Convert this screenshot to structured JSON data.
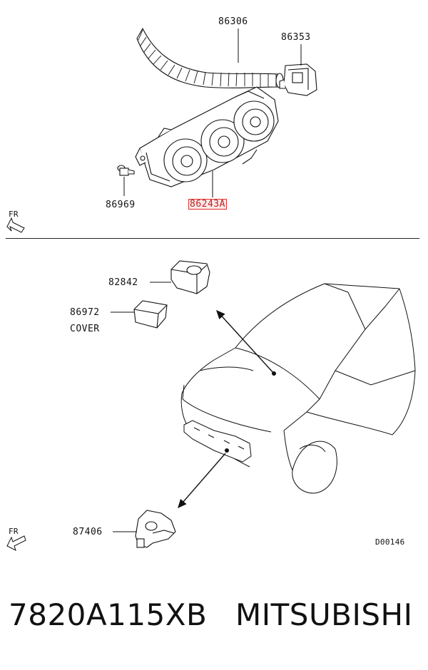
{
  "diagram": {
    "upper": {
      "parts": [
        {
          "id": "86306"
        },
        {
          "id": "86353"
        },
        {
          "id": "86969"
        },
        {
          "id": "86243A",
          "highlighted": true
        }
      ],
      "direction": "FR"
    },
    "lower": {
      "parts": [
        {
          "id": "82842"
        },
        {
          "id": "86972",
          "sub": "COVER"
        },
        {
          "id": "87406"
        }
      ],
      "direction": "FR",
      "drawing_code": "D00146"
    }
  },
  "footer": {
    "part_number": "7820A115XB",
    "brand": "MITSUBISHI"
  },
  "colors": {
    "highlight_border": "#d33333",
    "highlight_fill": "#fde8e8",
    "line": "#222222"
  }
}
